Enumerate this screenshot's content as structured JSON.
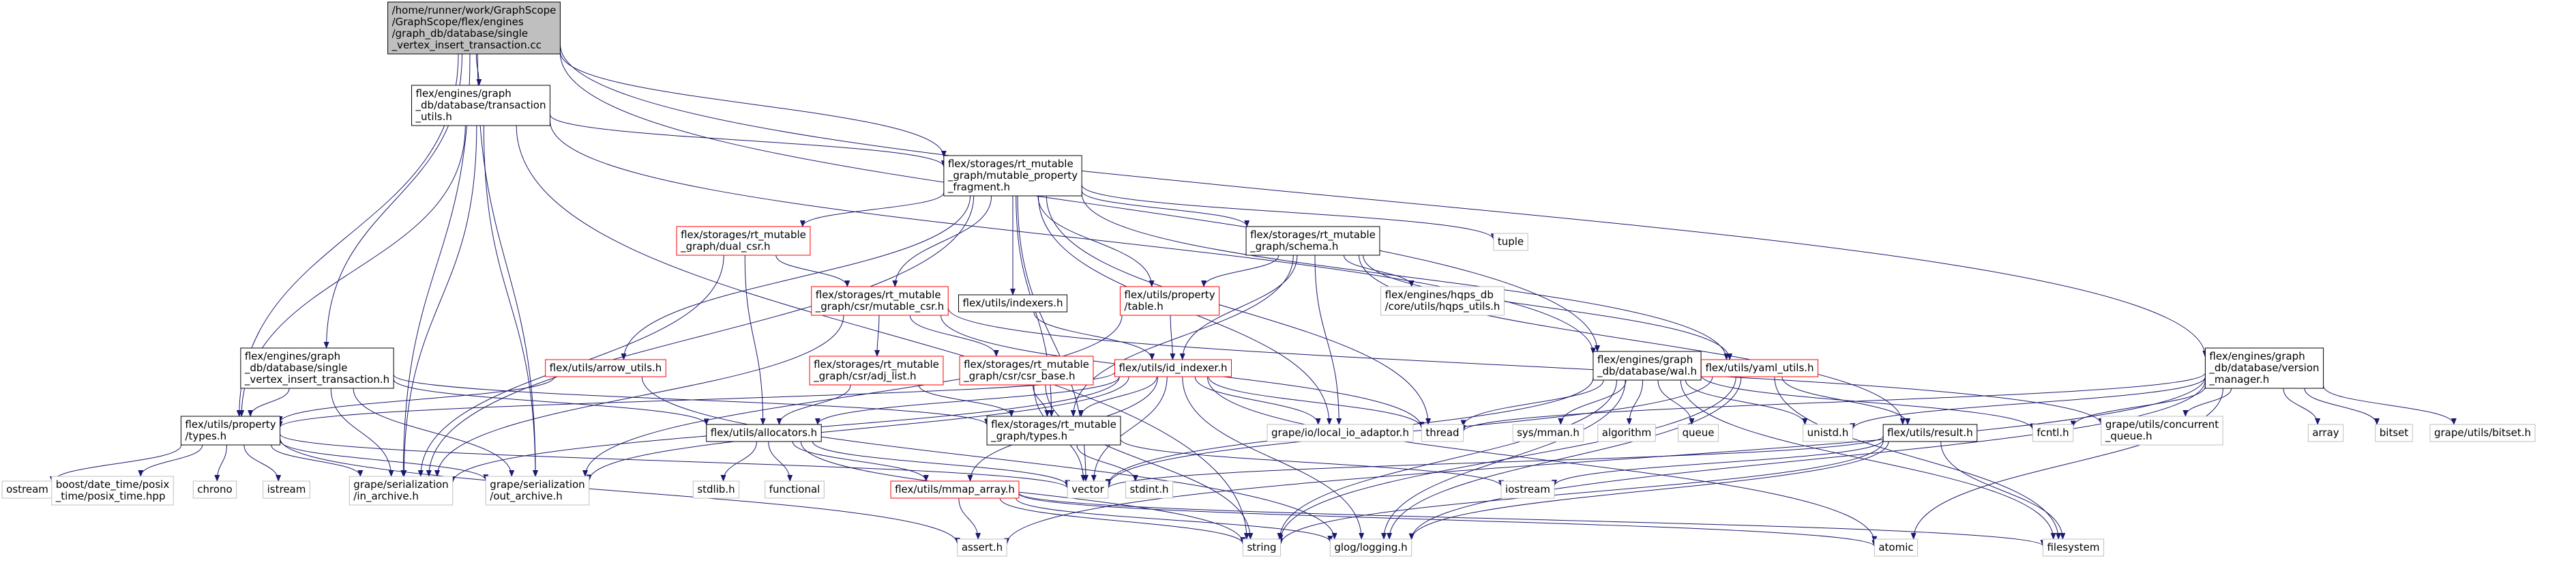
{
  "diagram": {
    "colors": {
      "edge": "#191970",
      "node_border": "#000000",
      "node_border_external": "#bfbfbf",
      "node_border_incomplete": "#ff0000",
      "root_fill": "#bfbfbf",
      "text": "#000000"
    },
    "nodes": [
      {
        "id": "root",
        "lines": [
          "/home/runner/work/GraphScope",
          "/GraphScope/flex/engines",
          "/graph_db/database/single",
          "_vertex_insert_transaction.cc"
        ],
        "style": "root"
      },
      {
        "id": "txn_utils",
        "lines": [
          "flex/engines/graph",
          "_db/database/transaction",
          "_utils.h"
        ],
        "style": "normal"
      },
      {
        "id": "mpf",
        "lines": [
          "flex/storages/rt_mutable",
          "_graph/mutable_property",
          "_fragment.h"
        ],
        "style": "normal"
      },
      {
        "id": "tuple",
        "lines": [
          "tuple"
        ],
        "style": "external"
      },
      {
        "id": "dual_csr",
        "lines": [
          "flex/storages/rt_mutable",
          "_graph/dual_csr.h"
        ],
        "style": "incomplete"
      },
      {
        "id": "mutable_csr",
        "lines": [
          "flex/storages/rt_mutable",
          "_graph/csr/mutable_csr.h"
        ],
        "style": "incomplete"
      },
      {
        "id": "indexers",
        "lines": [
          "flex/utils/indexers.h"
        ],
        "style": "normal"
      },
      {
        "id": "prop_table",
        "lines": [
          "flex/utils/property",
          "/table.h"
        ],
        "style": "incomplete"
      },
      {
        "id": "schema",
        "lines": [
          "flex/storages/rt_mutable",
          "_graph/schema.h"
        ],
        "style": "normal"
      },
      {
        "id": "hqps_utils",
        "lines": [
          "flex/engines/hqps_db",
          "/core/utils/hqps_utils.h"
        ],
        "style": "external"
      },
      {
        "id": "arrow_utils",
        "lines": [
          "flex/utils/arrow_utils.h"
        ],
        "style": "incomplete"
      },
      {
        "id": "svit_h",
        "lines": [
          "flex/engines/graph",
          "_db/database/single",
          "_vertex_insert_transaction.h"
        ],
        "style": "normal"
      },
      {
        "id": "adj_list",
        "lines": [
          "flex/storages/rt_mutable",
          "_graph/csr/adj_list.h"
        ],
        "style": "incomplete"
      },
      {
        "id": "csr_base",
        "lines": [
          "flex/storages/rt_mutable",
          "_graph/csr/csr_base.h"
        ],
        "style": "incomplete"
      },
      {
        "id": "id_indexer",
        "lines": [
          "flex/utils/id_indexer.h"
        ],
        "style": "incomplete"
      },
      {
        "id": "wal",
        "lines": [
          "flex/engines/graph",
          "_db/database/wal.h"
        ],
        "style": "normal"
      },
      {
        "id": "yaml_utils",
        "lines": [
          "flex/utils/yaml_utils.h"
        ],
        "style": "incomplete"
      },
      {
        "id": "version_mgr",
        "lines": [
          "flex/engines/graph",
          "_db/database/version",
          "_manager.h"
        ],
        "style": "normal"
      },
      {
        "id": "prop_types",
        "lines": [
          "flex/utils/property",
          "/types.h"
        ],
        "style": "normal"
      },
      {
        "id": "allocators",
        "lines": [
          "flex/utils/allocators.h"
        ],
        "style": "normal"
      },
      {
        "id": "rtm_types",
        "lines": [
          "flex/storages/rt_mutable",
          "_graph/types.h"
        ],
        "style": "normal"
      },
      {
        "id": "io_adaptor",
        "lines": [
          "grape/io/local_io_adaptor.h"
        ],
        "style": "external"
      },
      {
        "id": "thread",
        "lines": [
          "thread"
        ],
        "style": "external"
      },
      {
        "id": "sys_mman",
        "lines": [
          "sys/mman.h"
        ],
        "style": "external"
      },
      {
        "id": "algorithm",
        "lines": [
          "algorithm"
        ],
        "style": "external"
      },
      {
        "id": "queue",
        "lines": [
          "queue"
        ],
        "style": "external"
      },
      {
        "id": "unistd",
        "lines": [
          "unistd.h"
        ],
        "style": "external"
      },
      {
        "id": "result",
        "lines": [
          "flex/utils/result.h"
        ],
        "style": "normal"
      },
      {
        "id": "fcntl",
        "lines": [
          "fcntl.h"
        ],
        "style": "external"
      },
      {
        "id": "conc_queue",
        "lines": [
          "grape/utils/concurrent",
          "_queue.h"
        ],
        "style": "external"
      },
      {
        "id": "array",
        "lines": [
          "array"
        ],
        "style": "external"
      },
      {
        "id": "bitset",
        "lines": [
          "bitset"
        ],
        "style": "external"
      },
      {
        "id": "grape_bitset",
        "lines": [
          "grape/utils/bitset.h"
        ],
        "style": "external"
      },
      {
        "id": "ostream",
        "lines": [
          "ostream"
        ],
        "style": "external"
      },
      {
        "id": "boost_time",
        "lines": [
          "boost/date_time/posix",
          "_time/posix_time.hpp"
        ],
        "style": "external"
      },
      {
        "id": "chrono",
        "lines": [
          "chrono"
        ],
        "style": "external"
      },
      {
        "id": "istream",
        "lines": [
          "istream"
        ],
        "style": "external"
      },
      {
        "id": "in_archive",
        "lines": [
          "grape/serialization",
          "/in_archive.h"
        ],
        "style": "external"
      },
      {
        "id": "out_archive",
        "lines": [
          "grape/serialization",
          "/out_archive.h"
        ],
        "style": "external"
      },
      {
        "id": "stdlib",
        "lines": [
          "stdlib.h"
        ],
        "style": "external"
      },
      {
        "id": "functional",
        "lines": [
          "functional"
        ],
        "style": "external"
      },
      {
        "id": "mmap_array",
        "lines": [
          "flex/utils/mmap_array.h"
        ],
        "style": "incomplete"
      },
      {
        "id": "vector",
        "lines": [
          "vector"
        ],
        "style": "external"
      },
      {
        "id": "stdint",
        "lines": [
          "stdint.h"
        ],
        "style": "external"
      },
      {
        "id": "iostream",
        "lines": [
          "iostream"
        ],
        "style": "external"
      },
      {
        "id": "assert",
        "lines": [
          "assert.h"
        ],
        "style": "external"
      },
      {
        "id": "string",
        "lines": [
          "string"
        ],
        "style": "external"
      },
      {
        "id": "glog",
        "lines": [
          "glog/logging.h"
        ],
        "style": "external"
      },
      {
        "id": "atomic",
        "lines": [
          "atomic"
        ],
        "style": "external"
      },
      {
        "id": "filesystem",
        "lines": [
          "filesystem"
        ],
        "style": "external"
      }
    ],
    "edges": [
      [
        "root",
        "txn_utils"
      ],
      [
        "root",
        "mpf"
      ],
      [
        "root",
        "svit_h"
      ],
      [
        "root",
        "wal"
      ],
      [
        "root",
        "version_mgr"
      ],
      [
        "root",
        "prop_types"
      ],
      [
        "root",
        "in_archive"
      ],
      [
        "root",
        "out_archive"
      ],
      [
        "txn_utils",
        "mpf"
      ],
      [
        "txn_utils",
        "wal"
      ],
      [
        "txn_utils",
        "prop_types"
      ],
      [
        "txn_utils",
        "in_archive"
      ],
      [
        "txn_utils",
        "out_archive"
      ],
      [
        "txn_utils",
        "string"
      ],
      [
        "mpf",
        "tuple"
      ],
      [
        "mpf",
        "dual_csr"
      ],
      [
        "mpf",
        "mutable_csr"
      ],
      [
        "mpf",
        "indexers"
      ],
      [
        "mpf",
        "prop_table"
      ],
      [
        "mpf",
        "schema"
      ],
      [
        "mpf",
        "arrow_utils"
      ],
      [
        "mpf",
        "yaml_utils"
      ],
      [
        "mpf",
        "io_adaptor"
      ],
      [
        "mpf",
        "thread"
      ],
      [
        "mpf",
        "rtm_types"
      ],
      [
        "mpf",
        "vector"
      ],
      [
        "mpf",
        "in_archive"
      ],
      [
        "dual_csr",
        "mutable_csr"
      ],
      [
        "dual_csr",
        "allocators"
      ],
      [
        "dual_csr",
        "in_archive"
      ],
      [
        "mutable_csr",
        "adj_list"
      ],
      [
        "mutable_csr",
        "csr_base"
      ],
      [
        "mutable_csr",
        "thread"
      ],
      [
        "mutable_csr",
        "conc_queue"
      ],
      [
        "mutable_csr",
        "in_archive"
      ],
      [
        "indexers",
        "id_indexer"
      ],
      [
        "prop_table",
        "id_indexer"
      ],
      [
        "prop_table",
        "out_archive"
      ],
      [
        "schema",
        "prop_table"
      ],
      [
        "schema",
        "hqps_utils"
      ],
      [
        "schema",
        "id_indexer"
      ],
      [
        "schema",
        "yaml_utils"
      ],
      [
        "schema",
        "result"
      ],
      [
        "schema",
        "rtm_types"
      ],
      [
        "schema",
        "io_adaptor"
      ],
      [
        "arrow_utils",
        "prop_types"
      ],
      [
        "arrow_utils",
        "glog"
      ],
      [
        "svit_h",
        "prop_types"
      ],
      [
        "svit_h",
        "allocators"
      ],
      [
        "svit_h",
        "rtm_types"
      ],
      [
        "svit_h",
        "in_archive"
      ],
      [
        "svit_h",
        "out_archive"
      ],
      [
        "adj_list",
        "allocators"
      ],
      [
        "adj_list",
        "rtm_types"
      ],
      [
        "csr_base",
        "rtm_types"
      ],
      [
        "csr_base",
        "vector"
      ],
      [
        "csr_base",
        "string"
      ],
      [
        "id_indexer",
        "prop_types"
      ],
      [
        "id_indexer",
        "allocators"
      ],
      [
        "id_indexer",
        "rtm_types"
      ],
      [
        "id_indexer",
        "mmap_array"
      ],
      [
        "id_indexer",
        "io_adaptor"
      ],
      [
        "id_indexer",
        "thread"
      ],
      [
        "id_indexer",
        "vector"
      ],
      [
        "id_indexer",
        "atomic"
      ],
      [
        "id_indexer",
        "glog"
      ],
      [
        "id_indexer",
        "in_archive"
      ],
      [
        "id_indexer",
        "out_archive"
      ],
      [
        "wal",
        "thread"
      ],
      [
        "wal",
        "sys_mman"
      ],
      [
        "wal",
        "algorithm"
      ],
      [
        "wal",
        "queue"
      ],
      [
        "wal",
        "unistd"
      ],
      [
        "wal",
        "fcntl"
      ],
      [
        "wal",
        "filesystem"
      ],
      [
        "wal",
        "string"
      ],
      [
        "wal",
        "glog"
      ],
      [
        "wal",
        "vector"
      ],
      [
        "yaml_utils",
        "result"
      ],
      [
        "yaml_utils",
        "vector"
      ],
      [
        "yaml_utils",
        "string"
      ],
      [
        "yaml_utils",
        "filesystem"
      ],
      [
        "yaml_utils",
        "glog"
      ],
      [
        "version_mgr",
        "thread"
      ],
      [
        "version_mgr",
        "unistd"
      ],
      [
        "version_mgr",
        "fcntl"
      ],
      [
        "version_mgr",
        "conc_queue"
      ],
      [
        "version_mgr",
        "array"
      ],
      [
        "version_mgr",
        "bitset"
      ],
      [
        "version_mgr",
        "grape_bitset"
      ],
      [
        "version_mgr",
        "atomic"
      ],
      [
        "version_mgr",
        "glog"
      ],
      [
        "version_mgr",
        "assert"
      ],
      [
        "prop_types",
        "ostream"
      ],
      [
        "prop_types",
        "boost_time"
      ],
      [
        "prop_types",
        "chrono"
      ],
      [
        "prop_types",
        "istream"
      ],
      [
        "prop_types",
        "in_archive"
      ],
      [
        "prop_types",
        "out_archive"
      ],
      [
        "prop_types",
        "vector"
      ],
      [
        "prop_types",
        "assert"
      ],
      [
        "allocators",
        "stdlib"
      ],
      [
        "allocators",
        "functional"
      ],
      [
        "allocators",
        "mmap_array"
      ],
      [
        "allocators",
        "vector"
      ],
      [
        "allocators",
        "string"
      ],
      [
        "rtm_types",
        "stdint"
      ],
      [
        "rtm_types",
        "iostream"
      ],
      [
        "mmap_array",
        "assert"
      ],
      [
        "mmap_array",
        "string"
      ],
      [
        "mmap_array",
        "glog"
      ],
      [
        "mmap_array",
        "atomic"
      ],
      [
        "mmap_array",
        "filesystem"
      ],
      [
        "result",
        "vector"
      ],
      [
        "result",
        "string"
      ],
      [
        "result",
        "glog"
      ],
      [
        "result",
        "filesystem"
      ],
      [
        "result",
        "iostream"
      ]
    ]
  }
}
